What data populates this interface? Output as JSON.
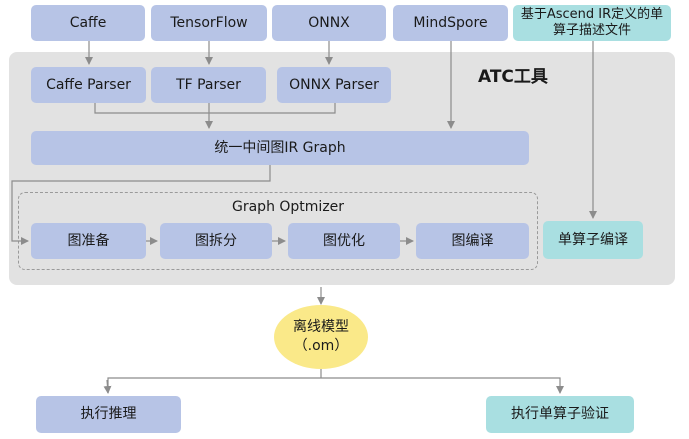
{
  "frameworks": {
    "caffe": "Caffe",
    "tensorflow": "TensorFlow",
    "onnx": "ONNX",
    "mindspore": "MindSpore",
    "ascend_ir": "基于Ascend IR定义的单算子描述文件"
  },
  "atc": {
    "title": "ATC工具",
    "parsers": {
      "caffe": "Caffe Parser",
      "tf": "TF Parser",
      "onnx": "ONNX Parser"
    },
    "ir_graph": "统一中间图IR Graph",
    "optimizer": {
      "title": "Graph Optmizer",
      "steps": [
        "图准备",
        "图拆分",
        "图优化",
        "图编译"
      ]
    },
    "single_op_compile": "单算子编译"
  },
  "output": {
    "model_line1": "离线模型",
    "model_line2": "（.om）"
  },
  "actions": {
    "inference": "执行推理",
    "single_op_verify": "执行单算子验证"
  },
  "colors": {
    "blue_box": "#b7c4e6",
    "teal_box": "#a9dfe1",
    "panel": "#e2e2e2",
    "model": "#fae989",
    "line": "#8c8c8c"
  }
}
